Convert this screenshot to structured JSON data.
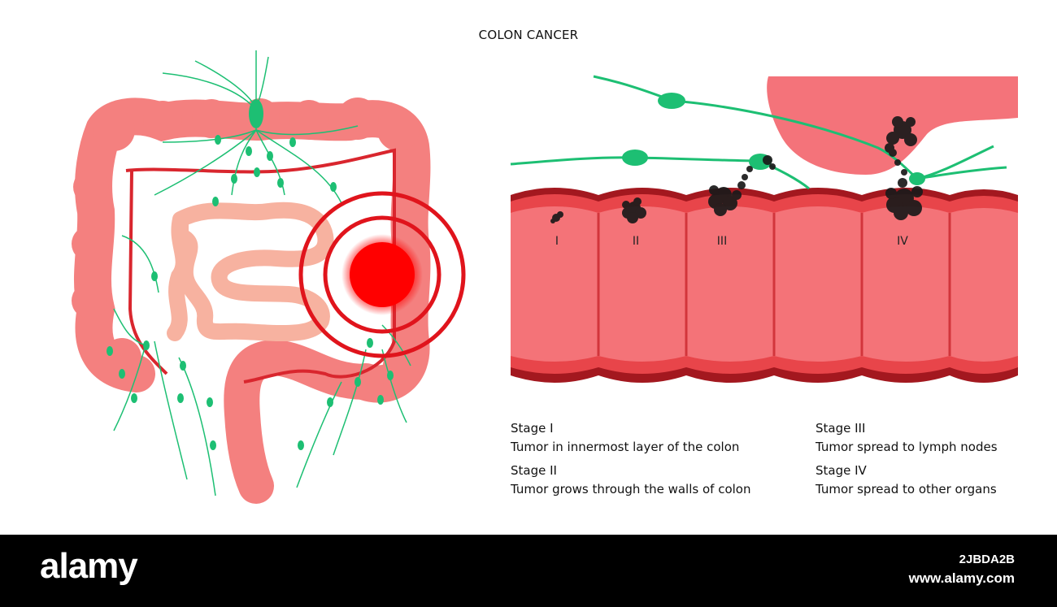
{
  "title": "COLON CANCER",
  "stages": [
    {
      "numeral": "I"
    },
    {
      "numeral": "II"
    },
    {
      "numeral": "III"
    },
    {
      "numeral": "IV"
    }
  ],
  "legend": {
    "stage1": {
      "name": "Stage I",
      "desc": "Tumor in innermost layer of the colon"
    },
    "stage2": {
      "name": "Stage II",
      "desc": "Tumor grows through the walls of colon"
    },
    "stage3": {
      "name": "Stage III",
      "desc": "Tumor spread to lymph nodes"
    },
    "stage4": {
      "name": "Stage IV",
      "desc": "Tumor spread to other organs"
    }
  },
  "footer": {
    "brand": "alamy",
    "image_id": "2JBDA2B",
    "site": "www.alamy.com"
  },
  "colors": {
    "colon_outer": "#f4807f",
    "colon_wall_dark": "#a3181f",
    "colon_wall_mid": "#e8454a",
    "colon_inner": "#f47378",
    "small_intestine": "#f7b2a0",
    "tumor": "#ff0000",
    "lymph": "#1dbf73",
    "cancer_cells": "#1a1a1a",
    "footer_bg": "#000000"
  }
}
